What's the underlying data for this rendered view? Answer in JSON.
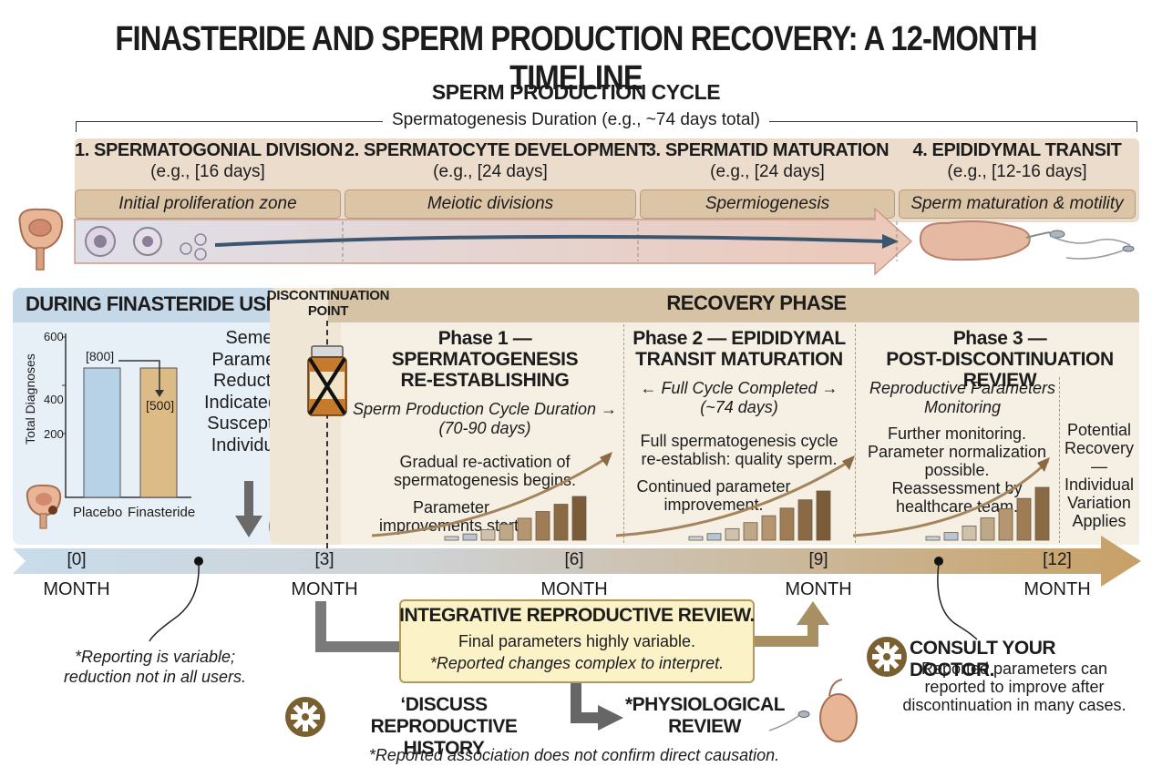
{
  "title": "FINASTERIDE AND SPERM PRODUCTION RECOVERY: A 12-MONTH TIMELINE",
  "cycle": {
    "heading": "SPERM PRODUCTION CYCLE",
    "duration": "Spermatogenesis Duration (e.g., ~74 days total)",
    "stages": [
      {
        "title": "1. SPERMATOGONIAL DIVISION",
        "days": "(e.g., [16 days]",
        "pill": "Initial proliferation zone"
      },
      {
        "title": "2. SPERMATOCYTE DEVELOPMENT",
        "days": "(e.g., [24 days]",
        "pill": "Meiotic divisions"
      },
      {
        "title": "3. SPERMATID MATURATION",
        "days": "(e.g., [24 days]",
        "pill": "Spermiogenesis"
      },
      {
        "title": "4. EPIDIDYMAL TRANSIT",
        "days": "(e.g., [12-16 days]",
        "pill": "Sperm maturation & motility"
      }
    ]
  },
  "during": {
    "title": "DURING FINASTERIDE USE",
    "chart": {
      "ylabel": "Total Diagnoses",
      "yticks": [
        "600",
        "400",
        "200"
      ],
      "bars": [
        {
          "label": "Placebo",
          "value": 800,
          "value_label": "[800]",
          "color": "#b7d1e6"
        },
        {
          "label": "Finasteride",
          "value": 500,
          "value_label": "[500]",
          "color": "#dcbb86"
        }
      ]
    },
    "note": [
      "Semen",
      "Parameter",
      "Reduction",
      "Indicated for",
      "Susceptible",
      "Individuals"
    ]
  },
  "discontinuation": [
    "DISCONTINUATION",
    "POINT"
  ],
  "recovery": {
    "title": "RECOVERY PHASE",
    "phases": [
      {
        "title": [
          "Phase 1 — SPERMATOGENESIS",
          "RE-ESTABLISHING"
        ],
        "sub": [
          "Sperm Production Cycle Duration →",
          "(70-90 days)"
        ],
        "text1": [
          "Gradual re-activation of",
          "spermatogenesis begins."
        ],
        "text2": [
          "Parameter",
          "improvements start."
        ]
      },
      {
        "title": [
          "Phase 2 — EPIDIDYMAL",
          "TRANSIT MATURATION"
        ],
        "sub": [
          "←  Full Cycle Completed  →",
          "(~74 days)"
        ],
        "text1": [
          "Full spermatogenesis cycle",
          "re-establish: quality sperm."
        ],
        "text2": [
          "Continued parameter",
          "improvement."
        ]
      },
      {
        "title": [
          "Phase 3 —",
          "POST-DISCONTINUATION REVIEW"
        ],
        "sub": [
          "Reproductive Parameters",
          "Monitoring"
        ],
        "text1": [
          "Further monitoring.",
          "Parameter normalization",
          "possible.",
          "Reassessment by",
          "healthcare team."
        ]
      }
    ],
    "side_note": [
      "Potential",
      "Recovery —",
      "Individual",
      "Variation",
      "Applies"
    ]
  },
  "timeline": {
    "ticks": [
      "[0]",
      "[3]",
      "[6]",
      "[9]",
      "[12]"
    ],
    "unit": "MONTH"
  },
  "footnotes": {
    "reporting": [
      "*Reporting is variable;",
      "reduction not in all users."
    ],
    "review_title": "INTEGRATIVE REPRODUCTIVE REVIEW.",
    "review_l1": "Final parameters highly variable.",
    "review_l2": "*Reported changes complex to interpret.",
    "discuss": [
      "‘DISCUSS",
      "REPRODUCTIVE HISTORY"
    ],
    "physio": [
      "*PHYSIOLOGICAL",
      "REVIEW"
    ],
    "association": "*Reported association does not confirm direct causation.",
    "consult_title": "CONSULT YOUR DOCTOR.",
    "consult_text": [
      "Reported parameters can",
      "reported to improve after",
      "discontinuation in many cases."
    ]
  }
}
